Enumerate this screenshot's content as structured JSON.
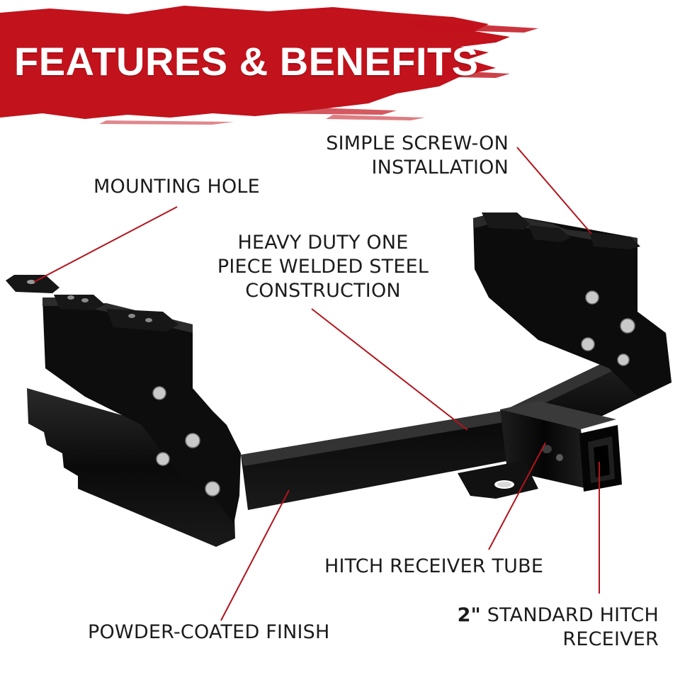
{
  "banner": {
    "title": "FEATURES & BENEFITS",
    "color": "#c2121c"
  },
  "callouts": {
    "mounting_hole": "MOUNTING HOLE",
    "screw_on_line1": "SIMPLE SCREW-ON",
    "screw_on_line2": "INSTALLATION",
    "heavy_line1": "HEAVY DUTY ONE",
    "heavy_line2": "PIECE WELDED STEEL",
    "heavy_line3": "CONSTRUCTION",
    "receiver_tube": "HITCH RECEIVER TUBE",
    "standard_bold": "2\"",
    "standard_line1_rest": "STANDARD HITCH",
    "standard_line2": "RECEIVER",
    "powder_coated": "POWDER-COATED FINISH"
  },
  "colors": {
    "leader_line": "#b3141c",
    "text": "#1c1c1c",
    "steel": "#111111"
  }
}
